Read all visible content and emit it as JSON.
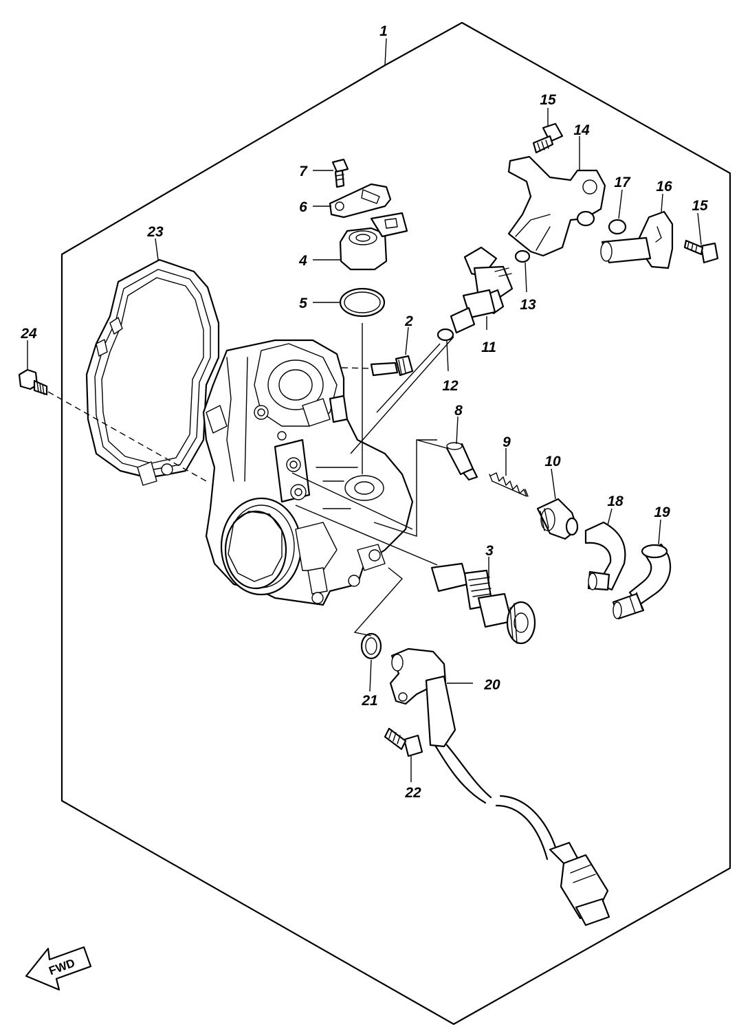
{
  "diagram": {
    "fwd_label": "FWD",
    "parts": [
      {
        "key": "p1",
        "number": "1",
        "name": "assembly-frame"
      },
      {
        "key": "p2",
        "number": "2",
        "name": "screw"
      },
      {
        "key": "p3",
        "number": "3",
        "name": "adjust-screw"
      },
      {
        "key": "p4",
        "number": "4",
        "name": "sensor"
      },
      {
        "key": "p5",
        "number": "5",
        "name": "o-ring"
      },
      {
        "key": "p6",
        "number": "6",
        "name": "plate"
      },
      {
        "key": "p7",
        "number": "7",
        "name": "screw"
      },
      {
        "key": "p8",
        "number": "8",
        "name": "plunger"
      },
      {
        "key": "p9",
        "number": "9",
        "name": "spring"
      },
      {
        "key": "p10",
        "number": "10",
        "name": "plug"
      },
      {
        "key": "p11",
        "number": "11",
        "name": "injector"
      },
      {
        "key": "p12",
        "number": "12",
        "name": "o-ring"
      },
      {
        "key": "p13",
        "number": "13",
        "name": "o-ring"
      },
      {
        "key": "p14",
        "number": "14",
        "name": "delivery-pipe"
      },
      {
        "key": "p15a",
        "number": "15",
        "name": "screw"
      },
      {
        "key": "p15b",
        "number": "15",
        "name": "screw"
      },
      {
        "key": "p16",
        "number": "16",
        "name": "joint"
      },
      {
        "key": "p17",
        "number": "17",
        "name": "o-ring"
      },
      {
        "key": "p18",
        "number": "18",
        "name": "hose"
      },
      {
        "key": "p19",
        "number": "19",
        "name": "hose-elbow"
      },
      {
        "key": "p20",
        "number": "20",
        "name": "sensor-lead"
      },
      {
        "key": "p21",
        "number": "21",
        "name": "o-ring"
      },
      {
        "key": "p22",
        "number": "22",
        "name": "bolt"
      },
      {
        "key": "p23",
        "number": "23",
        "name": "cover"
      },
      {
        "key": "p24",
        "number": "24",
        "name": "bolt"
      }
    ]
  }
}
